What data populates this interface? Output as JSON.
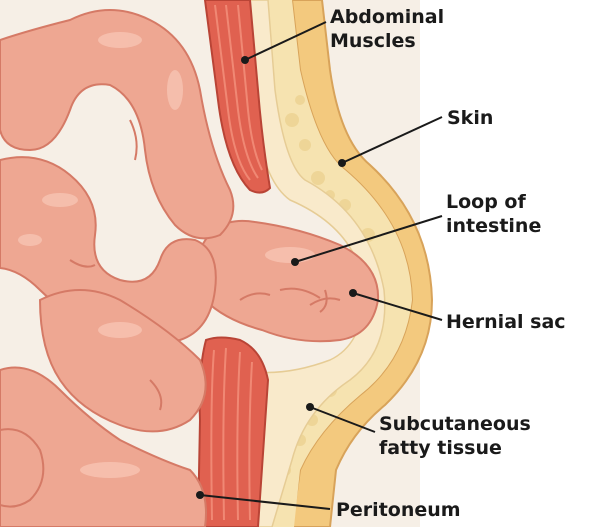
{
  "colors": {
    "background": "#f6efe6",
    "intestine_fill": "#eea792",
    "intestine_dark": "#d57a66",
    "intestine_light": "#f7c4b3",
    "muscle_fill": "#e06150",
    "muscle_dark": "#b94436",
    "muscle_light": "#f08874",
    "fat_fill": "#f6e3b0",
    "fat_bubble": "#eed597",
    "skin_fill": "#f3c97e",
    "skin_edge": "#d8a35a",
    "peritoneum_fill": "#f9eacb",
    "label_text": "#1a1a1a",
    "leader_line": "#1a1a1a"
  },
  "labels": {
    "abdominal_muscles": [
      "Abdominal",
      "Muscles"
    ],
    "skin": "Skin",
    "loop_of_intestine": [
      "Loop of",
      "intestine"
    ],
    "hernial_sac": "Hernial sac",
    "subcutaneous_fatty_tissue": [
      "Subcutaneous",
      "fatty tissue"
    ],
    "peritoneum": "Peritoneum"
  }
}
